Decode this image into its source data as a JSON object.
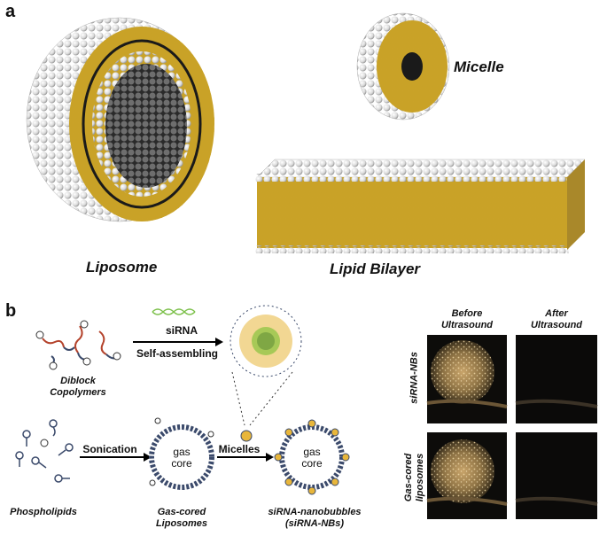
{
  "panel_a": {
    "letter": "a",
    "liposome_label": "Liposome",
    "micelle_label": "Micelle",
    "bilayer_label": "Lipid Bilayer"
  },
  "panel_b": {
    "letter": "b",
    "diblock_label": "Diblock\nCopolymers",
    "sirna_label": "siRNA",
    "self_assembling_label": "Self-assembling",
    "sonication_label": "Sonication",
    "micelles_label": "Micelles",
    "phospholipids_label": "Phospholipids",
    "gas_liposomes_label": "Gas-cored\nLiposomes",
    "nanobubbles_label": "siRNA-nanobubbles\n(siRNA-NBs)",
    "gas_core_text": "gas\ncore",
    "ultrasound": {
      "col_before": "Before\nUltrasound",
      "col_after": "After\nUltrasound",
      "row1": "siRNA-NBs",
      "row2": "Gas-cored\nliposomes"
    }
  },
  "colors": {
    "head_grey": "#e6e6e6",
    "tail_gold": "#c9a227",
    "shell_blue": "#3b4a6b",
    "bubble_gold": "#b89a5a"
  }
}
